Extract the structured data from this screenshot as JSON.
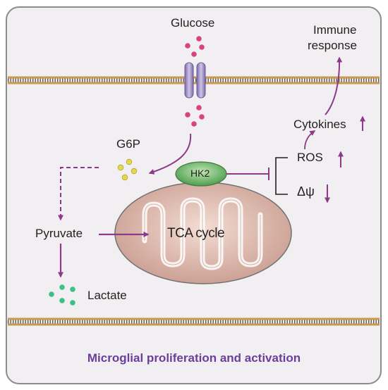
{
  "labels": {
    "glucose": "Glucose",
    "g6p": "G6P",
    "hk2": "HK2",
    "pyruvate": "Pyruvate",
    "tca": "TCA cycle",
    "lactate": "Lactate",
    "ros": "ROS",
    "delta_psi": "Δψ",
    "cytokines": "Cytokines",
    "immune_line1": "Immune",
    "immune_line2": "response"
  },
  "caption": "Microglial proliferation and activation",
  "colors": {
    "arrow": "#8e3a8a",
    "caption": "#6a3e9a",
    "glucose_dot": "#d6457e",
    "g6p_dot": "#e6d84a",
    "lactate_dot": "#3fbf87",
    "hk2_fill": "#5fb25f",
    "mito_fill": "#ddb8ad",
    "membrane": "#c89a4a"
  }
}
